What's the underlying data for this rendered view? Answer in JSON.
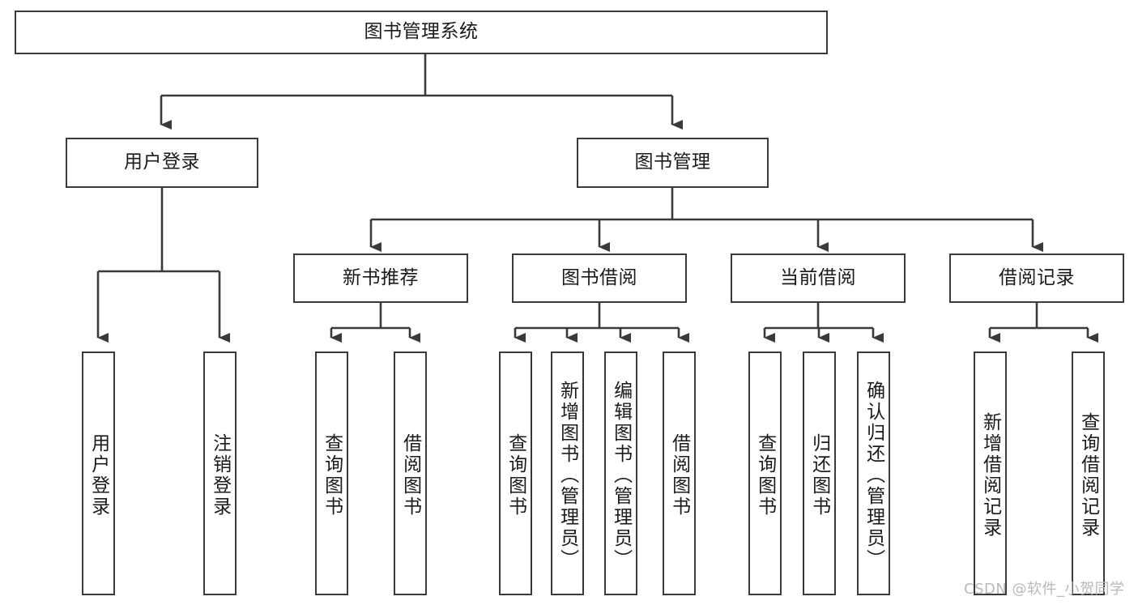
{
  "diagram": {
    "title": "图书管理系统",
    "type": "tree-hierarchy-chart",
    "watermark": "CSDN @软件_小贺同学",
    "colors": {
      "stroke": "#3a3a3a",
      "fill": "#ffffff",
      "text": "#1a1a1a",
      "watermark": "#b9b9b9"
    },
    "levels": {
      "root": {
        "label": "图书管理系统"
      },
      "level2": [
        {
          "label": "用户登录"
        },
        {
          "label": "图书管理"
        }
      ],
      "level3": [
        {
          "label": "新书推荐"
        },
        {
          "label": "图书借阅"
        },
        {
          "label": "当前借阅"
        },
        {
          "label": "借阅记录"
        }
      ],
      "leaves": {
        "user_login": [
          {
            "label": "用户登录"
          },
          {
            "label": "注销登录"
          }
        ],
        "new_book_recommend": [
          {
            "label": "查询图书"
          },
          {
            "label": "借阅图书"
          }
        ],
        "book_borrow": [
          {
            "label": "查询图书"
          },
          {
            "label": "新增图书（管理员）"
          },
          {
            "label": "编辑图书（管理员）"
          },
          {
            "label": "借阅图书"
          }
        ],
        "current_borrow": [
          {
            "label": "查询图书"
          },
          {
            "label": "归还图书"
          },
          {
            "label": "确认归还（管理员）"
          }
        ],
        "borrow_record": [
          {
            "label": "新增借阅记录"
          },
          {
            "label": "查询借阅记录"
          }
        ]
      }
    }
  }
}
